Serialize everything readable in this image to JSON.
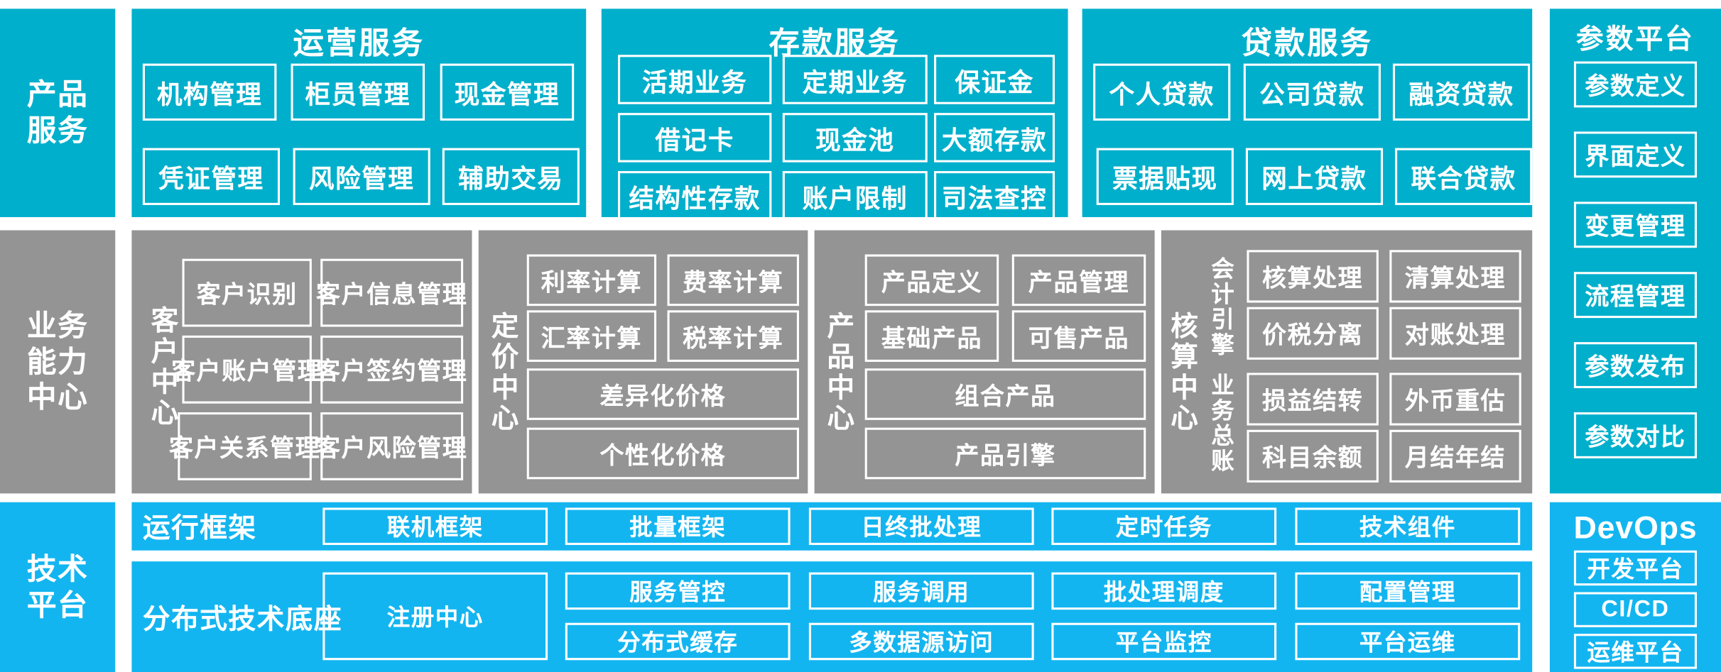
{
  "colors": {
    "teal": "#00AFCB",
    "gray": "#949494",
    "blue": "#13B5F0",
    "border": "#FFFFFF",
    "background": "#FFFFFF"
  },
  "layers": {
    "product_service": {
      "label": "产品\n服务",
      "label_line1": "产品",
      "label_line2": "服务",
      "groups": [
        {
          "title": "运营服务",
          "items": [
            "机构管理",
            "柜员管理",
            "现金管理",
            "凭证管理",
            "风险管理",
            "辅助交易"
          ]
        },
        {
          "title": "存款服务",
          "items": [
            "活期业务",
            "定期业务",
            "保证金",
            "借记卡",
            "现金池",
            "大额存款",
            "结构性存款",
            "账户限制",
            "司法查控"
          ]
        },
        {
          "title": "贷款服务",
          "items": [
            "个人贷款",
            "公司贷款",
            "融资贷款",
            "票据贴现",
            "网上贷款",
            "联合贷款"
          ]
        }
      ]
    },
    "business_capability": {
      "label_line1": "业务",
      "label_line2": "能力",
      "label_line3": "中心",
      "centers": [
        {
          "name": "客户中心",
          "items": [
            "客户识别",
            "客户信息管理",
            "客户账户管理",
            "客户签约管理",
            "客户关系管理",
            "客户风险管理"
          ]
        },
        {
          "name": "定价中心",
          "items": [
            "利率计算",
            "费率计算",
            "汇率计算",
            "税率计算",
            "差异化价格",
            "个性化价格"
          ]
        },
        {
          "name": "产品中心",
          "items": [
            "产品定义",
            "产品管理",
            "基础产品",
            "可售产品",
            "组合产品",
            "产品引擎"
          ]
        },
        {
          "name": "核算中心",
          "subgroups": [
            {
              "name": "会计引擎",
              "items": [
                "核算处理",
                "清算处理",
                "价税分离",
                "对账处理"
              ]
            },
            {
              "name": "业务总账",
              "items": [
                "损益结转",
                "外币重估",
                "科目余额",
                "月结年结"
              ]
            }
          ]
        }
      ]
    },
    "technical_platform": {
      "label_line1": "技术",
      "label_line2": "平台",
      "rows": [
        {
          "name": "运行框架",
          "items": [
            "联机框架",
            "批量框架",
            "日终批处理",
            "定时任务",
            "技术组件"
          ]
        },
        {
          "name": "分布式技术底座",
          "anchor": "注册中心",
          "items_top": [
            "服务管控",
            "服务调用",
            "批处理调度",
            "配置管理"
          ],
          "items_bottom": [
            "分布式缓存",
            "多数据源访问",
            "平台监控",
            "平台运维"
          ]
        }
      ]
    }
  },
  "right_column": {
    "parameter_platform": {
      "title": "参数平台",
      "items": [
        "参数定义",
        "界面定义",
        "变更管理",
        "流程管理",
        "参数发布",
        "参数对比"
      ]
    },
    "devops": {
      "title": "DevOps",
      "items": [
        "开发平台",
        "CI/CD",
        "运维平台"
      ]
    }
  }
}
